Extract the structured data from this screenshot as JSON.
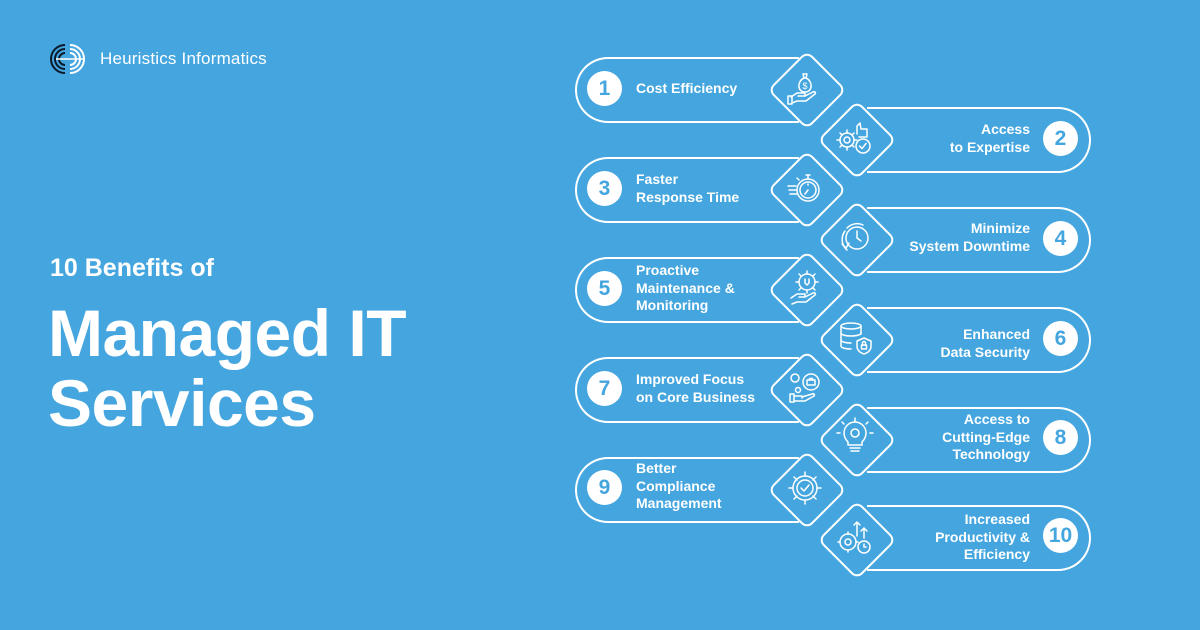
{
  "brand": {
    "name": "Heuristics Informatics",
    "logo_icon": "concentric-arcs-logo-icon"
  },
  "heading": {
    "subtitle": "10 Benefits of",
    "title_line1": "Managed IT",
    "title_line2": "Services"
  },
  "colors": {
    "background": "#45A6DF",
    "foreground": "#FFFFFF",
    "number_text": "#45A6DF"
  },
  "benefits": [
    {
      "number": "1",
      "label_lines": [
        "Cost Efficiency"
      ],
      "icon": "money-bag-hand-icon",
      "side": "left"
    },
    {
      "number": "2",
      "label_lines": [
        "Access",
        "to Expertise"
      ],
      "icon": "gear-thumbs-up-check-icon",
      "side": "right"
    },
    {
      "number": "3",
      "label_lines": [
        "Faster",
        "Response Time"
      ],
      "icon": "stopwatch-icon",
      "side": "left"
    },
    {
      "number": "4",
      "label_lines": [
        "Minimize",
        "System Downtime"
      ],
      "icon": "clock-refresh-icon",
      "side": "right"
    },
    {
      "number": "5",
      "label_lines": [
        "Proactive",
        "Maintenance &",
        "Monitoring"
      ],
      "icon": "gear-wrench-hand-icon",
      "side": "left"
    },
    {
      "number": "6",
      "label_lines": [
        "Enhanced",
        "Data Security"
      ],
      "icon": "database-shield-lock-icon",
      "side": "right"
    },
    {
      "number": "7",
      "label_lines": [
        "Improved Focus",
        "on Core Business"
      ],
      "icon": "gear-briefcase-hand-icon",
      "side": "left"
    },
    {
      "number": "8",
      "label_lines": [
        "Access to",
        "Cutting-Edge",
        "Technology"
      ],
      "icon": "lightbulb-gear-icon",
      "side": "right"
    },
    {
      "number": "9",
      "label_lines": [
        "Better",
        "Compliance",
        "Management"
      ],
      "icon": "gear-check-icon",
      "side": "left"
    },
    {
      "number": "10",
      "label_lines": [
        "Increased",
        "Productivity &",
        "Efficiency"
      ],
      "icon": "gears-arrows-clock-icon",
      "side": "right"
    }
  ]
}
